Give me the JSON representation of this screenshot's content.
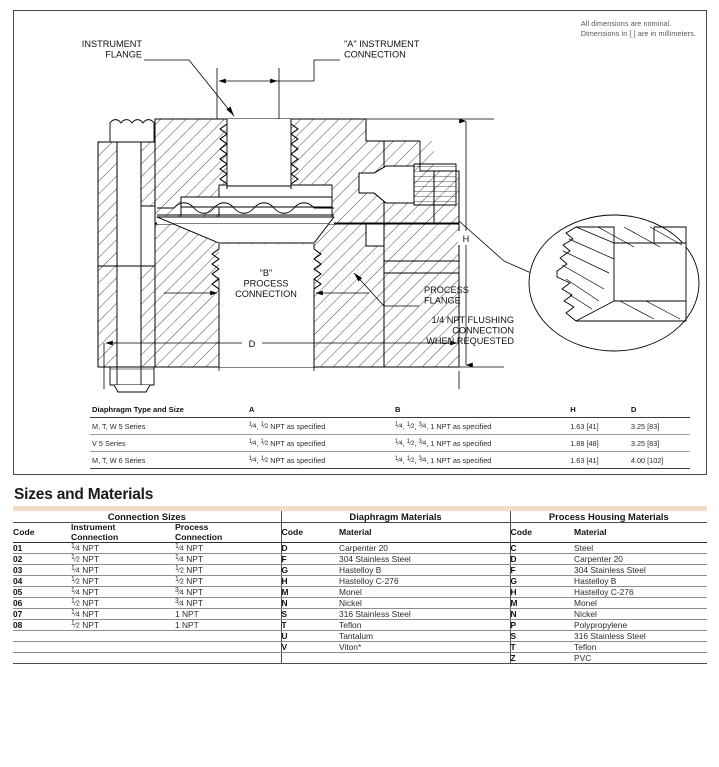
{
  "notes": {
    "line1": "All dimensions are nominal.",
    "line2": "Dimensions in [ ] are in millimeters."
  },
  "drawing": {
    "labels": {
      "instrument_flange": "INSTRUMENT\nFLANGE",
      "instrument_flange_l1": "INSTRUMENT",
      "instrument_flange_l2": "FLANGE",
      "a_instrument_connection_l1": "\"A\"  INSTRUMENT",
      "a_instrument_connection_l2": "CONNECTION",
      "b_process_connection_l1": "\"B\"",
      "b_process_connection_l2": "PROCESS",
      "b_process_connection_l3": "CONNECTION",
      "process_flange_l1": "PROCESS",
      "process_flange_l2": "FLANGE",
      "flushing_l1": "1/4  NPT  FLUSHING",
      "flushing_l2": "CONNECTION",
      "flushing_l3": "WHEN  REQUESTED",
      "dim_h": "H",
      "dim_d": "D"
    }
  },
  "dimensions_table": {
    "headers": {
      "type": "Diaphragm Type and Size",
      "a": "A",
      "b": "B",
      "h": "H",
      "d": "D"
    },
    "rows": [
      {
        "type": "M, T, W   5 Series",
        "a": "1/4, 1/2 NPT as specified",
        "b": "1/4, 1/2, 3/4, 1 NPT as specified",
        "h": "1.63 [41]",
        "d": "3.25 [83]"
      },
      {
        "type": "V    5 Series",
        "a": "1/4, 1/2 NPT as specified",
        "b": "1/4, 1/2, 3/4, 1 NPT as specified",
        "h": "1.88 [48]",
        "d": "3.25 [83]"
      },
      {
        "type": "M, T, W   6 Series",
        "a": "1/4, 1/2 NPT as specified",
        "b": "1/4, 1/2, 3/4, 1 NPT as specified",
        "h": "1.63 [41]",
        "d": "4.00 [102]"
      }
    ]
  },
  "sizes_and_materials": {
    "title": "Sizes and Materials",
    "accent_color": "#f3dcc6",
    "groups": {
      "connection_sizes": {
        "title": "Connection Sizes",
        "col_code": "Code",
        "col_instrument_l1": "Instrument",
        "col_instrument_l2": "Connection",
        "col_process_l1": "Process",
        "col_process_l2": "Connection",
        "rows": [
          {
            "code": "01",
            "instrument": "1/4 NPT",
            "process": "1/4  NPT"
          },
          {
            "code": "02",
            "instrument": "1/2 NPT",
            "process": "1/4 NPT"
          },
          {
            "code": "03",
            "instrument": "1/4 NPT",
            "process": "1/2 NPT"
          },
          {
            "code": "04",
            "instrument": "1/2 NPT",
            "process": "1/2 NPT"
          },
          {
            "code": "05",
            "instrument": "1/4 NPT",
            "process": "3/4 NPT"
          },
          {
            "code": "06",
            "instrument": "1/2 NPT",
            "process": "3/4 NPT"
          },
          {
            "code": "07",
            "instrument": "1/4 NPT",
            "process": "1 NPT"
          },
          {
            "code": "08",
            "instrument": "1/2 NPT",
            "process": "1 NPT"
          }
        ]
      },
      "diaphragm_materials": {
        "title": "Diaphragm Materials",
        "col_code": "Code",
        "col_material": "Material",
        "rows": [
          {
            "code": "D",
            "material": "Carpenter 20"
          },
          {
            "code": "F",
            "material": "304 Stainless Steel"
          },
          {
            "code": "G",
            "material": "Hastelloy B"
          },
          {
            "code": "H",
            "material": "Hastelloy C-276"
          },
          {
            "code": "M",
            "material": "Monel"
          },
          {
            "code": "N",
            "material": "Nickel"
          },
          {
            "code": "S",
            "material": "316 Stainless Steel"
          },
          {
            "code": "T",
            "material": "Teflon"
          },
          {
            "code": "U",
            "material": "Tantalum"
          },
          {
            "code": "V",
            "material": "Viton*"
          }
        ]
      },
      "process_housing_materials": {
        "title": "Process Housing Materials",
        "col_code": "Code",
        "col_material": "Material",
        "rows": [
          {
            "code": "C",
            "material": "Steel"
          },
          {
            "code": "D",
            "material": "Carpenter 20"
          },
          {
            "code": "F",
            "material": "304 Stainless Steel"
          },
          {
            "code": "G",
            "material": "Hastelloy B"
          },
          {
            "code": "H",
            "material": "Hastelloy C-276"
          },
          {
            "code": "M",
            "material": "Monel"
          },
          {
            "code": "N",
            "material": "Nickel"
          },
          {
            "code": "P",
            "material": "Polypropylene"
          },
          {
            "code": "S",
            "material": "316 Stainless Steel"
          },
          {
            "code": "T",
            "material": "Teflon"
          },
          {
            "code": "Z",
            "material": "PVC"
          }
        ]
      }
    }
  }
}
